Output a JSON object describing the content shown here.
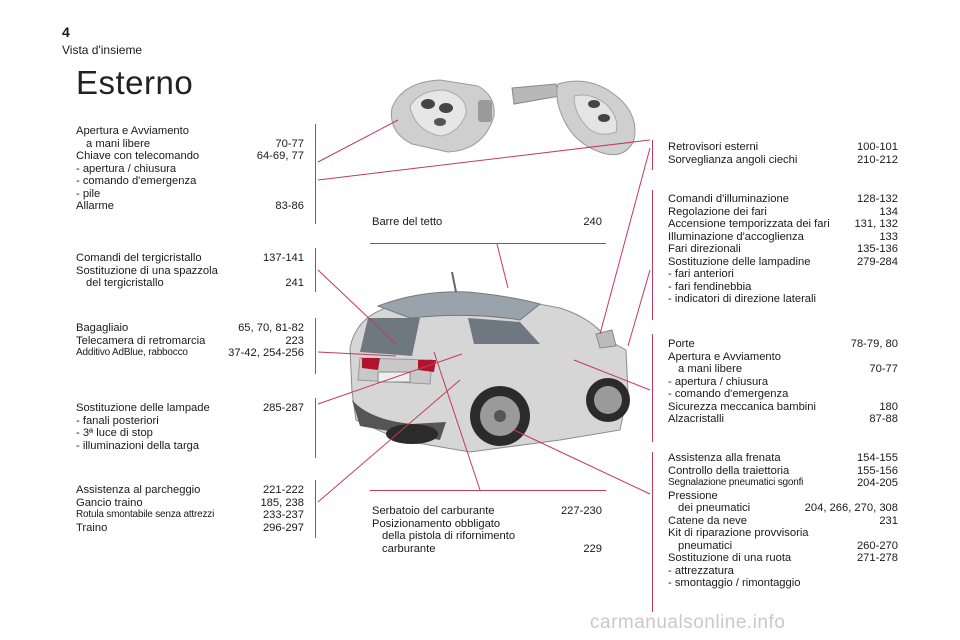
{
  "header": {
    "page_number": "4",
    "section": "Vista d'insieme",
    "title": "Esterno"
  },
  "left": [
    {
      "rows": [
        {
          "t": "Apertura e Avviamento",
          "p": ""
        },
        {
          "t": "a mani libere",
          "p": "70-77",
          "ind": true
        },
        {
          "t": "Chiave con telecomando",
          "p": "64-69, 77"
        },
        {
          "t": "-   apertura / chiusura",
          "p": ""
        },
        {
          "t": "-   comando d'emergenza",
          "p": ""
        },
        {
          "t": "-   pile",
          "p": ""
        },
        {
          "t": "Allarme",
          "p": "83-86"
        }
      ]
    },
    {
      "rows": [
        {
          "t": "Comandi del tergicristallo",
          "p": "137-141"
        },
        {
          "t": "Sostituzione di una spazzola",
          "p": ""
        },
        {
          "t": "del tergicristallo",
          "p": "241",
          "ind": true
        }
      ]
    },
    {
      "rows": [
        {
          "t": "Bagagliaio",
          "p": "65, 70, 81-82"
        },
        {
          "t": "Telecamera di retromarcia",
          "p": "223"
        },
        {
          "t": "Additivo AdBlue, rabbocco",
          "p": "37-42, 254-256",
          "sm": true
        }
      ]
    },
    {
      "rows": [
        {
          "t": "Sostituzione delle lampade",
          "p": "285-287"
        },
        {
          "t": "-   fanali posteriori",
          "p": ""
        },
        {
          "t": "-   3ª luce di stop",
          "p": ""
        },
        {
          "t": "-   illuminazioni della targa",
          "p": ""
        }
      ]
    },
    {
      "rows": [
        {
          "t": "Assistenza al parcheggio",
          "p": "221-222"
        },
        {
          "t": "Gancio traino",
          "p": "185, 238"
        },
        {
          "t": "Rotula smontabile senza attrezzi",
          "p": "233-237",
          "sm": true
        },
        {
          "t": "Traino",
          "p": "296-297"
        }
      ]
    }
  ],
  "middle": [
    {
      "rows": [
        {
          "t": "Barre del tetto",
          "p": "240"
        }
      ]
    },
    {
      "rows": [
        {
          "t": "Serbatoio del carburante",
          "p": "227-230"
        },
        {
          "t": "Posizionamento obbligato",
          "p": ""
        },
        {
          "t": "della pistola di rifornimento",
          "p": "",
          "ind": true
        },
        {
          "t": "carburante",
          "p": "229",
          "ind": true
        }
      ]
    }
  ],
  "right": [
    {
      "rows": [
        {
          "t": "Retrovisori esterni",
          "p": "100-101"
        },
        {
          "t": "Sorveglianza angoli ciechi",
          "p": "210-212"
        }
      ]
    },
    {
      "rows": [
        {
          "t": "Comandi d'illuminazione",
          "p": "128-132"
        },
        {
          "t": "Regolazione dei fari",
          "p": "134"
        },
        {
          "t": "Accensione temporizzata dei fari",
          "p": "131, 132"
        },
        {
          "t": "Illuminazione d'accoglienza",
          "p": "133"
        },
        {
          "t": "Fari direzionali",
          "p": "135-136"
        },
        {
          "t": "Sostituzione delle lampadine",
          "p": "279-284"
        },
        {
          "t": "-   fari anteriori",
          "p": ""
        },
        {
          "t": "-   fari fendinebbia",
          "p": ""
        },
        {
          "t": "-   indicatori di direzione laterali",
          "p": ""
        }
      ]
    },
    {
      "rows": [
        {
          "t": "Porte",
          "p": "78-79, 80"
        },
        {
          "t": "Apertura e Avviamento",
          "p": ""
        },
        {
          "t": "a mani libere",
          "p": "70-77",
          "ind": true
        },
        {
          "t": "-   apertura / chiusura",
          "p": ""
        },
        {
          "t": "-   comando d'emergenza",
          "p": ""
        },
        {
          "t": "Sicurezza meccanica bambini",
          "p": "180"
        },
        {
          "t": "Alzacristalli",
          "p": "87-88"
        }
      ]
    },
    {
      "rows": [
        {
          "t": "Assistenza alla frenata",
          "p": "154-155"
        },
        {
          "t": "Controllo della traiettoria",
          "p": "155-156"
        },
        {
          "t": "Segnalazione pneumatici sgonfi",
          "p": "204-205",
          "sm": true
        },
        {
          "t": "Pressione",
          "p": ""
        },
        {
          "t": "dei pneumatici",
          "p": "204, 266, 270, 308",
          "ind": true
        },
        {
          "t": "Catene da neve",
          "p": "231"
        },
        {
          "t": "Kit di riparazione provvisoria",
          "p": ""
        },
        {
          "t": "pneumatici",
          "p": "260-270",
          "ind": true
        },
        {
          "t": "Sostituzione di una ruota",
          "p": "271-278"
        },
        {
          "t": "-   attrezzatura",
          "p": ""
        },
        {
          "t": "-   smontaggio / rimontaggio",
          "p": ""
        }
      ]
    }
  ],
  "watermark": "carmanualsonline.info",
  "colors": {
    "accent": "#c23a5e",
    "text": "#1a1a1a",
    "watermark": "#c9c9c9"
  }
}
